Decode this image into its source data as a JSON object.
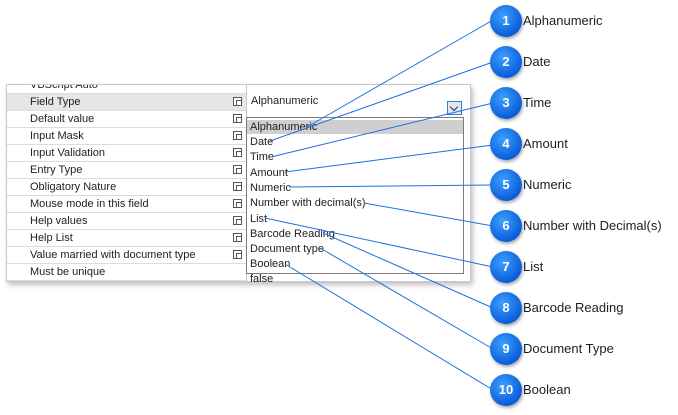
{
  "properties": {
    "top_partial": "VBScript Auto",
    "rows": [
      {
        "label": "Field Type"
      },
      {
        "label": "Default value"
      },
      {
        "label": "Input Mask"
      },
      {
        "label": "Input Validation"
      },
      {
        "label": "Entry Type"
      },
      {
        "label": "Obligatory Nature"
      },
      {
        "label": "Mouse mode in this field"
      },
      {
        "label": "Help values"
      },
      {
        "label": "Help List"
      },
      {
        "label": "Value married with document type"
      }
    ],
    "bottom_partial": "Must be unique",
    "bottom_value": "false"
  },
  "field_type": {
    "selected_value": "Alphanumeric",
    "options": [
      "Alphanumeric",
      "Date",
      "Time",
      "Amount",
      "Numeric",
      "Number with decimal(s)",
      "List",
      "Barcode Reading",
      "Document type",
      "Boolean"
    ],
    "highlighted_index": 0
  },
  "callouts": [
    {
      "number": "1",
      "text": "Alphanumeric"
    },
    {
      "number": "2",
      "text": "Date"
    },
    {
      "number": "3",
      "text": "Time"
    },
    {
      "number": "4",
      "text": "Amount"
    },
    {
      "number": "5",
      "text": "Numeric"
    },
    {
      "number": "6",
      "text": "Number with Decimal(s)"
    },
    {
      "number": "7",
      "text": "List"
    },
    {
      "number": "8",
      "text": "Barcode Reading"
    },
    {
      "number": "9",
      "text": "Document Type"
    },
    {
      "number": "10",
      "text": "Boolean"
    }
  ],
  "colors": {
    "callout_blue": "#0a6ae0",
    "line_blue": "#1c74d9",
    "highlight": "#cfcfcf"
  }
}
